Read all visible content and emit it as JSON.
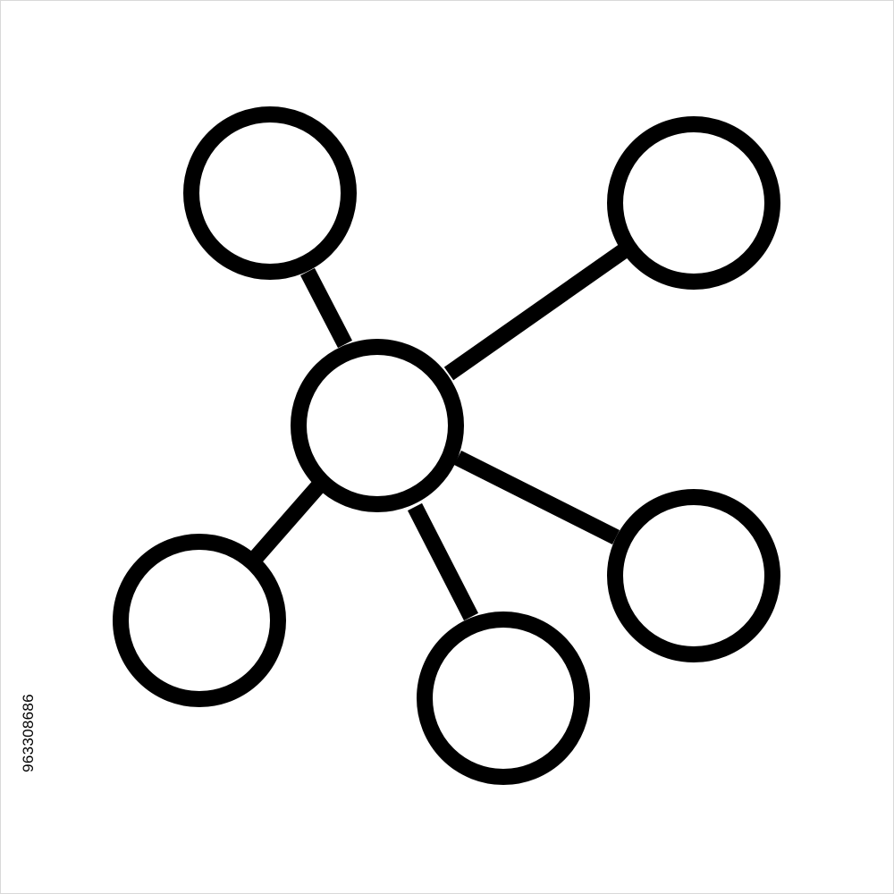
{
  "icon": {
    "name": "network-hub-icon",
    "stroke_color": "#000000",
    "fill_color": "#ffffff",
    "node_count": 6,
    "link_count": 5
  },
  "watermark": {
    "stock_id": "963308686",
    "text_color": "#000000"
  }
}
